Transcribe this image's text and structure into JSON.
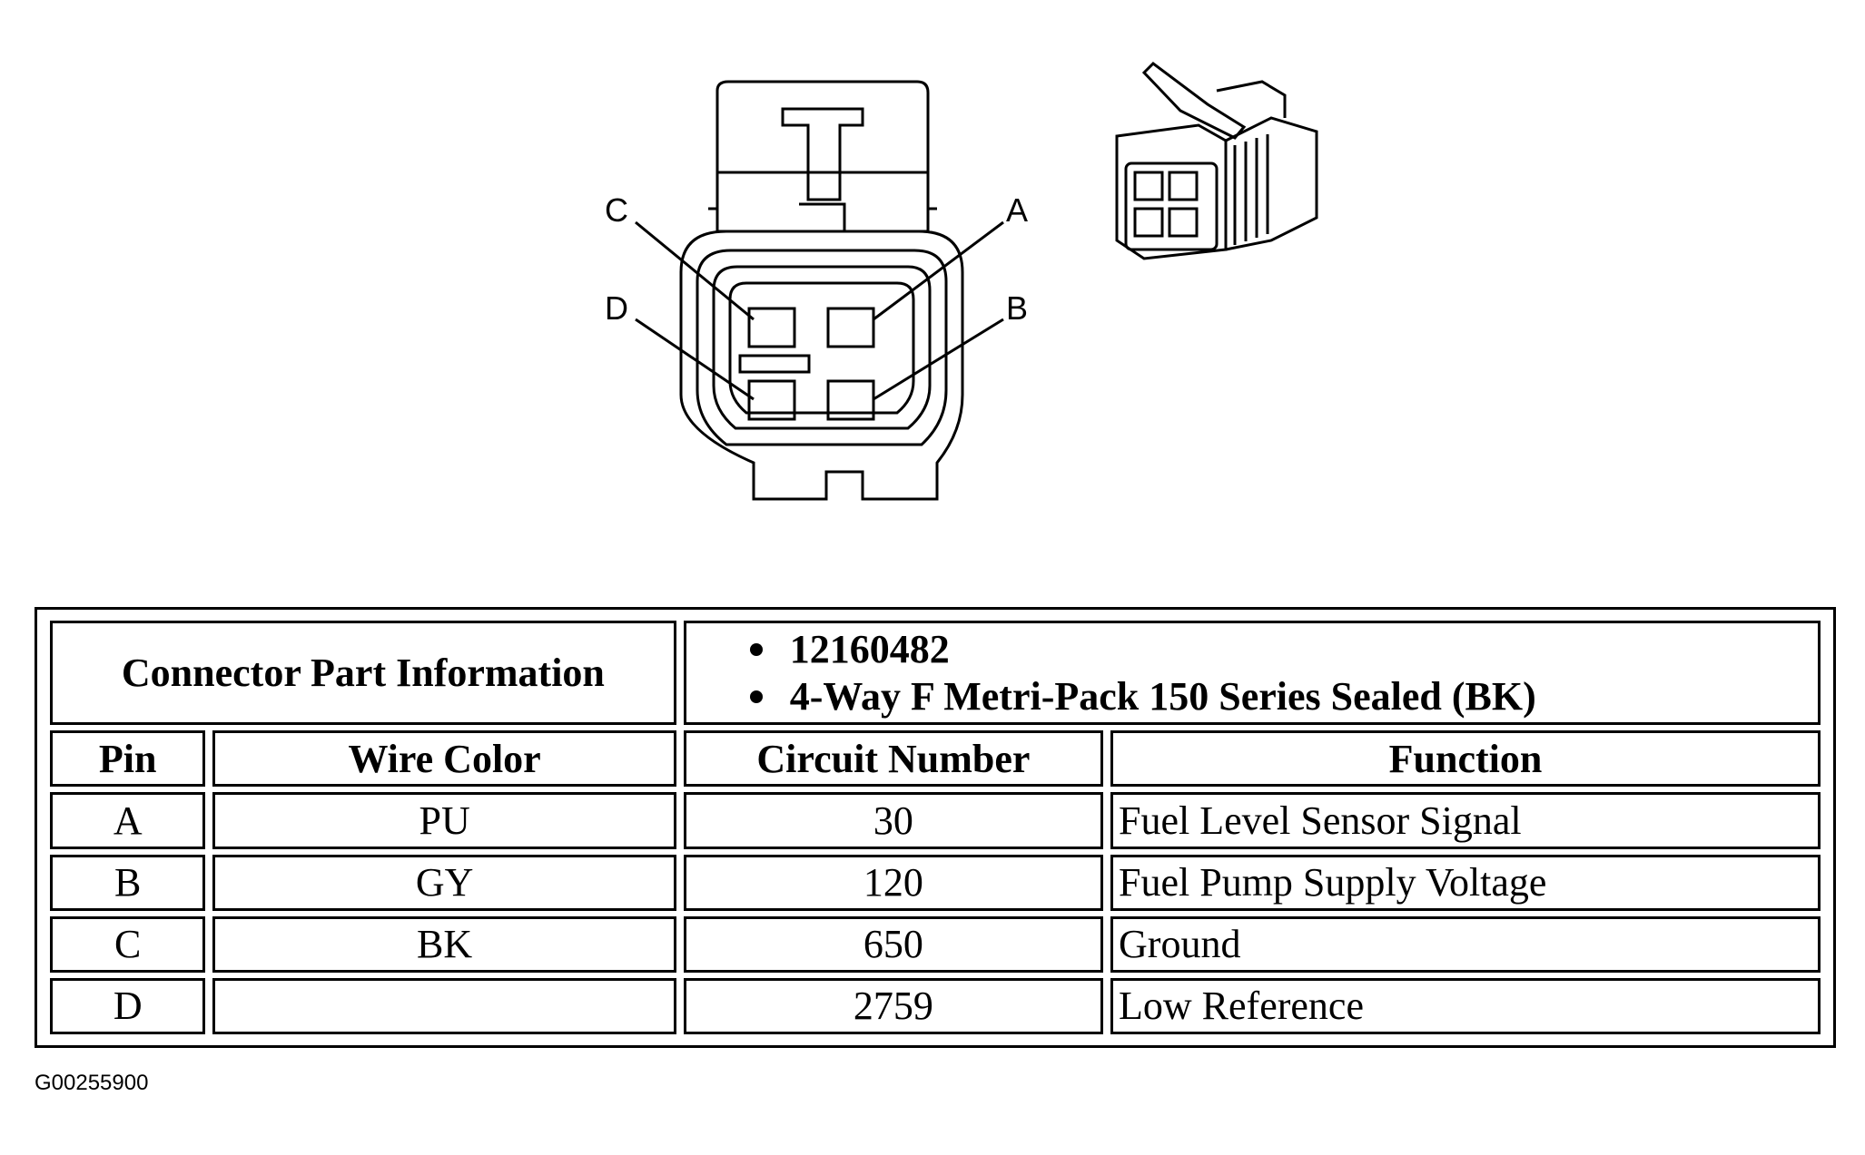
{
  "diagram": {
    "pin_labels": {
      "a": "A",
      "b": "B",
      "c": "C",
      "d": "D"
    }
  },
  "table": {
    "info_label": "Connector Part Information",
    "info_items": [
      "12160482",
      "4-Way F Metri-Pack 150 Series Sealed (BK)"
    ],
    "headers": {
      "pin": "Pin",
      "wire_color": "Wire Color",
      "circuit_number": "Circuit Number",
      "function": "Function"
    },
    "rows": [
      {
        "pin": "A",
        "wire_color": "PU",
        "circuit": "30",
        "function": "Fuel Level Sensor Signal"
      },
      {
        "pin": "B",
        "wire_color": "GY",
        "circuit": "120",
        "function": "Fuel Pump Supply Voltage"
      },
      {
        "pin": "C",
        "wire_color": "BK",
        "circuit": "650",
        "function": "Ground"
      },
      {
        "pin": "D",
        "wire_color": "",
        "circuit": "2759",
        "function": "Low Reference"
      }
    ]
  },
  "figure_code": "G00255900"
}
